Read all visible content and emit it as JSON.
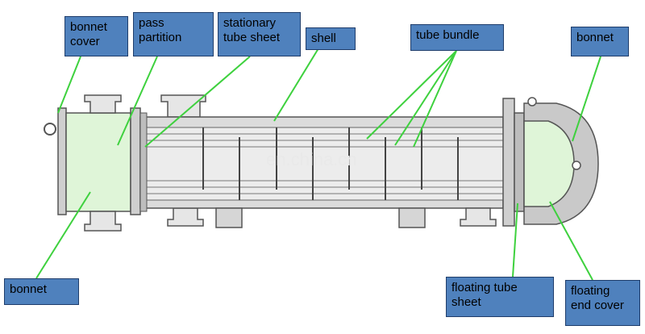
{
  "labels": {
    "bonnet_cover": "bonnet\ncover",
    "pass_partition": "pass\npartition",
    "stationary_tube_sheet": "stationary\ntube sheet",
    "shell": "shell",
    "tube_bundle": "tube bundle",
    "bonnet_right": "bonnet",
    "bonnet_left": "bonnet",
    "floating_tube_sheet": "floating tube\nsheet",
    "floating_end_cover": "floating\nend cover"
  },
  "watermark": "en.china.cn",
  "colors": {
    "label_fill": "#4f81bd",
    "label_border": "#1f3d6b",
    "leader_line": "#3ed13e",
    "body_fill": "#dcdcdc",
    "outline": "#555555",
    "bonnet_fill": "#dff5d8"
  }
}
